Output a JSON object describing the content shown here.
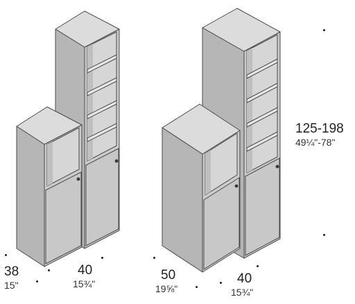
{
  "colors": {
    "front": "#cbcbcb",
    "side": "#b6b6b6",
    "top": "#dcdcdc",
    "inner_back": "#d8d8d8",
    "shelf": "#e4e4e4",
    "outline": "#4a4a4a"
  },
  "dimensions": {
    "set1_depth": {
      "cm": "38",
      "in": "15\""
    },
    "set1_width": {
      "cm": "40",
      "in": "15¾\""
    },
    "set2_depth": {
      "cm": "50",
      "in": "19⅝\""
    },
    "set2_width": {
      "cm": "40",
      "in": "15¾\""
    },
    "height": {
      "cm": "125-198",
      "in": "49¼\"-78\""
    }
  }
}
